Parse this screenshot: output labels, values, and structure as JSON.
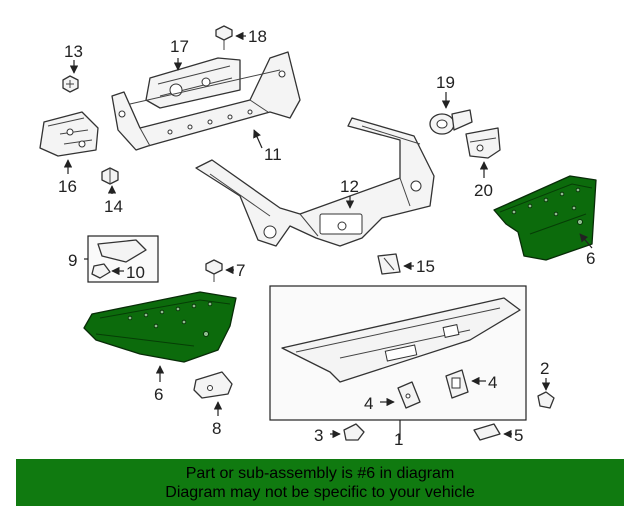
{
  "callouts": {
    "c1": "1",
    "c2": "2",
    "c3": "3",
    "c4a": "4",
    "c4b": "4",
    "c5": "5",
    "c6a": "6",
    "c6b": "6",
    "c7": "7",
    "c8": "8",
    "c9": "9",
    "c10": "10",
    "c11": "11",
    "c12": "12",
    "c13": "13",
    "c14": "14",
    "c15": "15",
    "c16": "16",
    "c17": "17",
    "c18": "18",
    "c19": "19",
    "c20": "20"
  },
  "colors": {
    "highlight": "#0c6b0c",
    "banner": "#107a10",
    "outline": "#333333"
  },
  "footer": {
    "line1": "Part or sub-assembly is #6 in diagram",
    "line2": "Diagram may not be specific to your vehicle"
  }
}
